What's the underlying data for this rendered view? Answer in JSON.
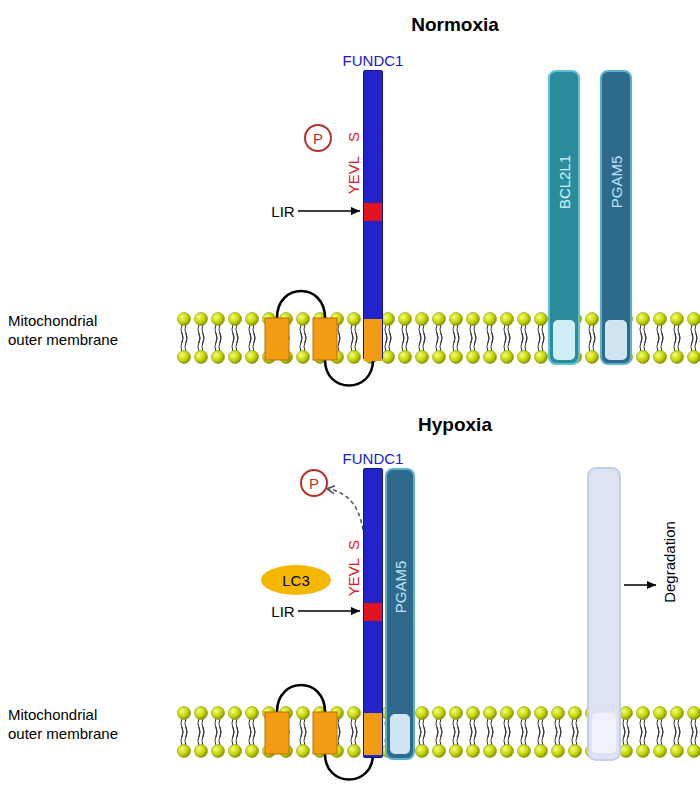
{
  "diagram": {
    "nodes": [
      {
        "text": [
          "P"
        ]
      },
      {
        "text": [
          "FUNDC1"
        ]
      },
      {
        "text": [
          "BCL2L1"
        ]
      },
      {
        "text": [
          "PGAM5"
        ]
      },
      {
        "text": [
          "P"
        ]
      },
      {
        "text": [
          "LC3"
        ]
      },
      {
        "text": [
          "FUNDC1"
        ]
      },
      {
        "text": [
          "PGAM5"
        ]
      }
    ],
    "edges": [
      {
        "from": 6,
        "to": 4,
        "arrow": "to"
      }
    ],
    "labels": [
      "Normoxia",
      "S",
      "YEVL",
      "LIR",
      "Mitochondrial outer membrane",
      "Hypoxia",
      "S",
      "YEVL",
      "LIR",
      "Mitochondrial outer membrane",
      "Degradation"
    ]
  }
}
